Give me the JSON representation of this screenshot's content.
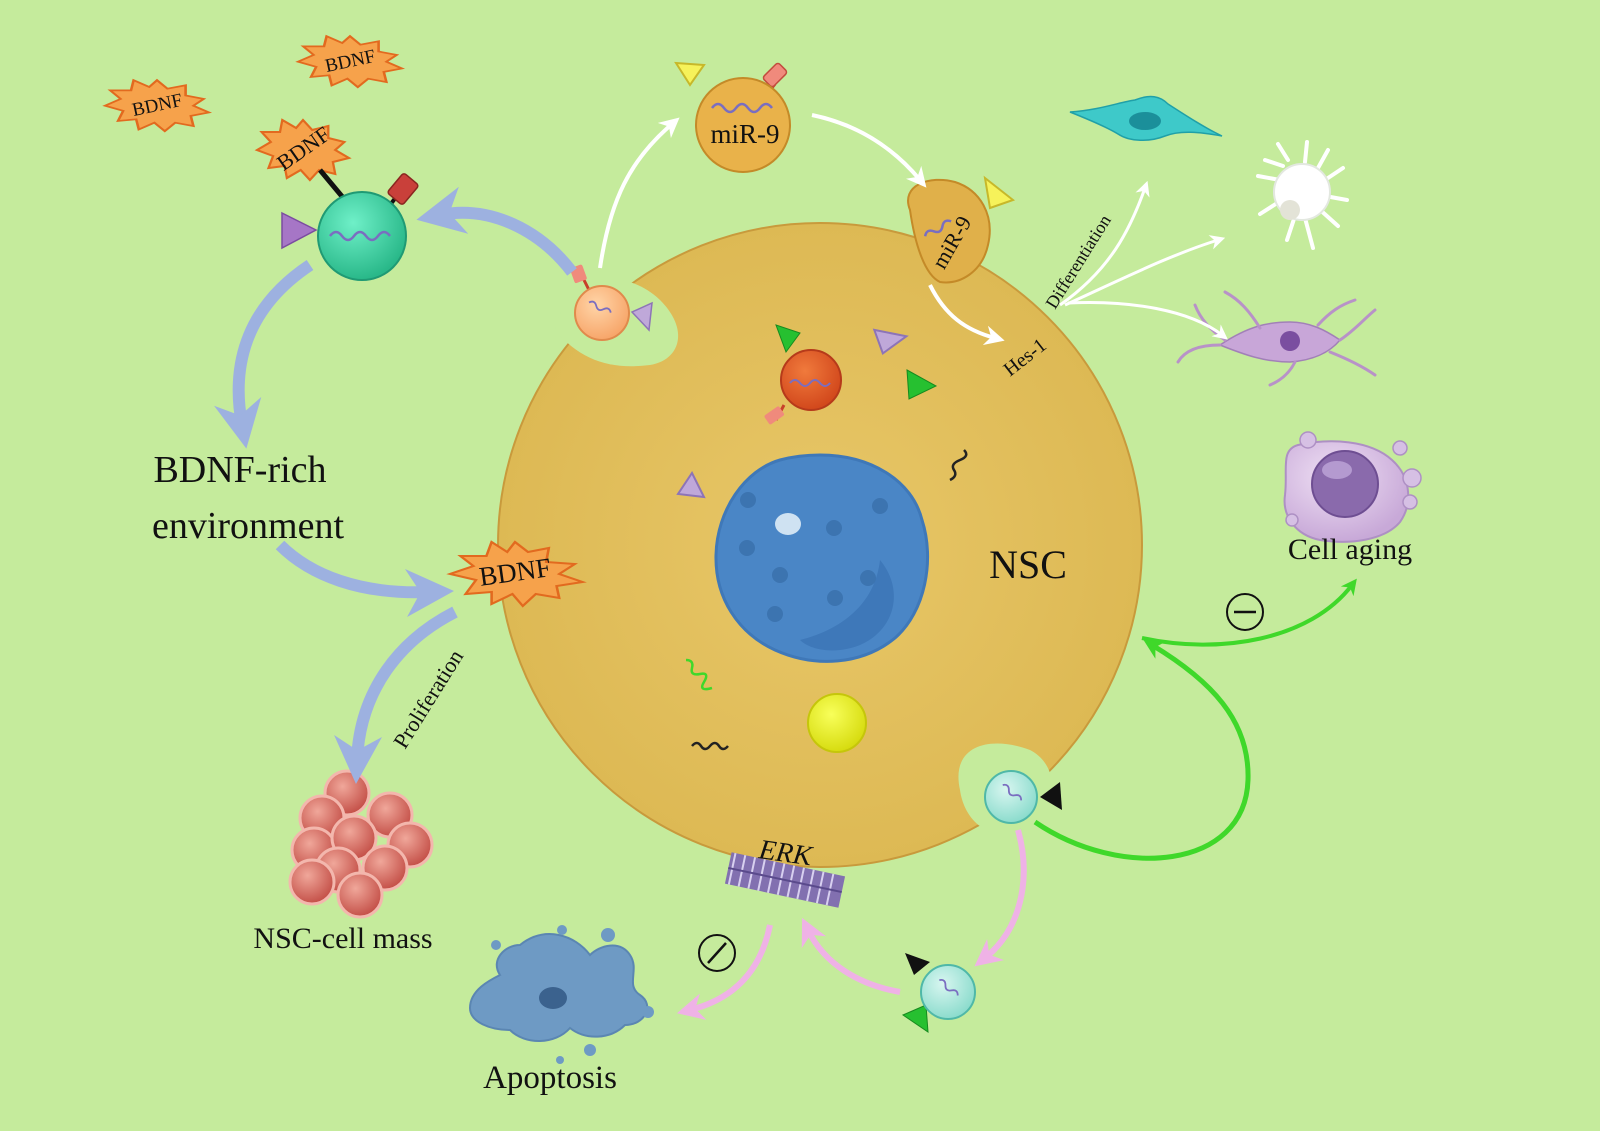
{
  "labels": {
    "bdnf": "BDNF",
    "mir9": "miR-9",
    "hes1": "Hes-1",
    "differentiation": "Differentiation",
    "proliferation": "Proliferation",
    "bdnf_rich_line1": "BDNF-rich",
    "bdnf_rich_line2": "environment",
    "nsc": "NSC",
    "nsc_cell_mass": "NSC-cell mass",
    "erk": "ERK",
    "apoptosis": "Apoptosis",
    "cell_aging": "Cell aging"
  },
  "colors": {
    "background": "#c5eb9c",
    "nsc_cytoplasm": "#e3c15c",
    "nucleus": "#4a86c6",
    "bdnf_burst": "#f6a24b",
    "blue_arrow": "#9db1e0",
    "green_arrow": "#3fd82a",
    "pink_arrow": "#efb2e6",
    "white_arrow": "#ffffff"
  }
}
